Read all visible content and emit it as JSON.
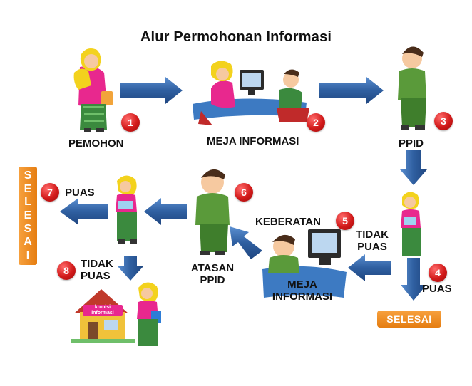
{
  "title": "Alur Permohonan Informasi",
  "steps": [
    {
      "number": "1",
      "label": "PEMOHON"
    },
    {
      "number": "2",
      "label": "MEJA INFORMASI"
    },
    {
      "number": "3",
      "label": "PPID"
    },
    {
      "number": "4",
      "label": "PUAS"
    },
    {
      "number": "5",
      "label": "KEBERATAN"
    },
    {
      "number": "6",
      "label_line1": "ATASAN",
      "label_line2": "PPID"
    },
    {
      "number": "7",
      "label": "PUAS"
    },
    {
      "number": "8",
      "label_line1": "TIDAK",
      "label_line2": "PUAS"
    }
  ],
  "tidak_puas_right": {
    "line1": "TIDAK",
    "line2": "PUAS"
  },
  "meja_informasi_2": {
    "line1": "MEJA",
    "line2": "INFORMASI"
  },
  "house_sign": {
    "line1": "komisi",
    "line2": "informasi"
  },
  "selesai_vertical": [
    "S",
    "E",
    "L",
    "E",
    "S",
    "A",
    "I"
  ],
  "selesai_horizontal": "SELESAI",
  "colors": {
    "arrow_blue": "#2f5fa0",
    "badge_orange": "#ef8a22",
    "number_red": "#d21a1a"
  },
  "icons": [
    "applicant-figure",
    "desk-computer-icon",
    "officer-figure",
    "supervisor-figure",
    "house-icon"
  ]
}
